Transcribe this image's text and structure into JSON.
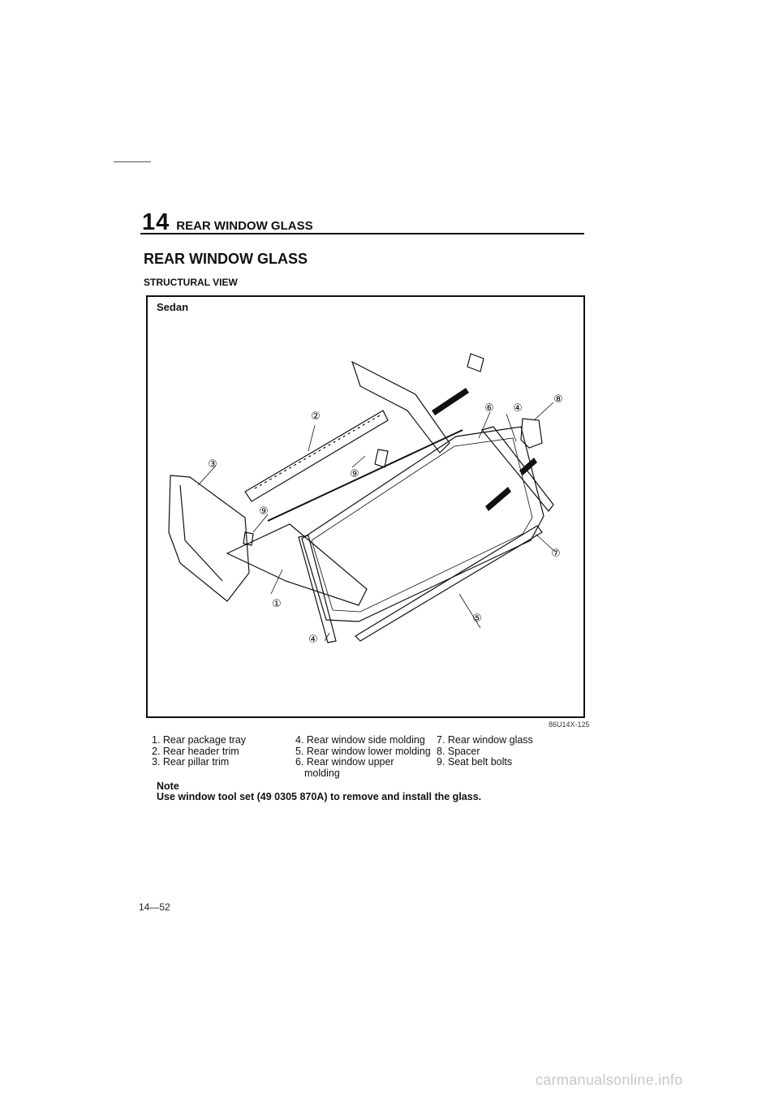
{
  "header": {
    "chapter_number": "14",
    "chapter_title": "REAR WINDOW GLASS"
  },
  "section": {
    "title": "REAR WINDOW GLASS",
    "subtitle": "STRUCTURAL VIEW"
  },
  "figure": {
    "label": "Sedan",
    "code": "86U14X-125",
    "callouts": [
      "①",
      "②",
      "③",
      "④",
      "④",
      "⑤",
      "⑥",
      "⑦",
      "⑧",
      "⑨",
      "⑨"
    ]
  },
  "legend": {
    "col1": [
      "1. Rear package tray",
      "2. Rear header trim",
      "3. Rear pillar trim"
    ],
    "col2": [
      "4. Rear window side molding",
      "5. Rear window lower molding",
      "6. Rear window upper",
      "molding"
    ],
    "col3": [
      "7. Rear window glass",
      "8. Spacer",
      "9. Seat belt bolts"
    ]
  },
  "note": {
    "title": "Note",
    "text": "Use window tool set (49 0305 870A) to remove and install the glass."
  },
  "footer": {
    "page_number": "14—52",
    "watermark": "carmanualsonline.info"
  }
}
